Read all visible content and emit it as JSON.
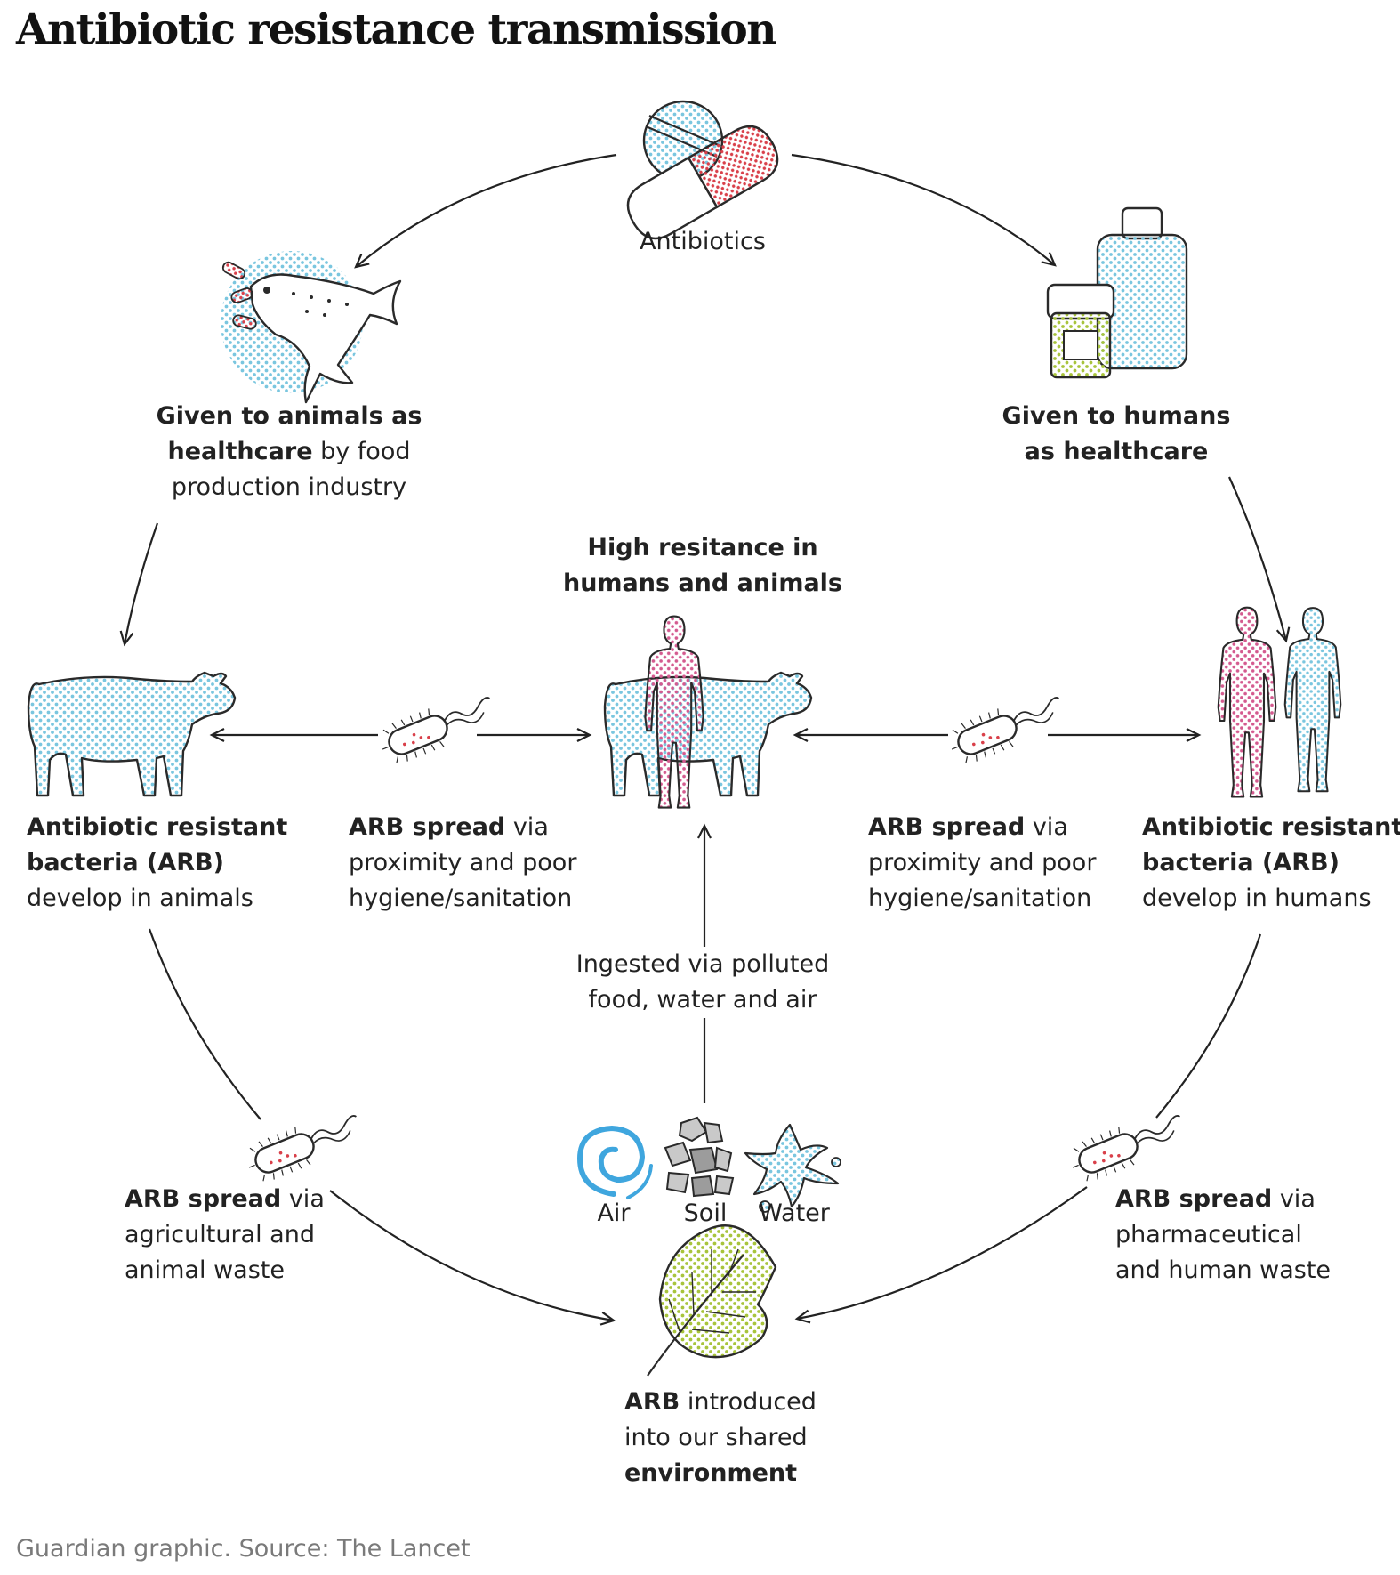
{
  "title": "Antibiotic resistance transmission",
  "source": "Guardian graphic. Source: The Lancet",
  "colors": {
    "blue": "#7ac6df",
    "pink": "#d45a8f",
    "red": "#d9404a",
    "green": "#a8c43c",
    "ink": "#222222",
    "grey": "#7a7a7a"
  },
  "icons": [
    "pill-icon",
    "fish-icon",
    "medicine-bottles-icon",
    "cow-icon",
    "bacterium-icon",
    "human-figures-icon",
    "air-swirl-icon",
    "soil-stones-icon",
    "water-splash-icon",
    "leaf-icon"
  ],
  "nodes": {
    "antibiotics": {
      "label": "Antibiotics"
    },
    "animals_healthcare": {
      "l1_bold": "Given to animals as",
      "l2_bold": "healthcare",
      "l2_rest": " by food",
      "l3": "production industry"
    },
    "humans_healthcare": {
      "l1_bold": "Given to humans",
      "l2_bold": "as healthcare"
    },
    "high_resistance": {
      "l1_bold": "High resitance in",
      "l2_bold": "humans and animals"
    },
    "arb_animals": {
      "l1_bold": "Antibiotic resistant",
      "l2_bold": "bacteria (ARB)",
      "l3": "develop in animals"
    },
    "arb_humans": {
      "l1_bold": "Antibiotic resistant",
      "l2_bold": "bacteria (ARB)",
      "l3": "develop in humans"
    },
    "spread_left": {
      "l1_bold": "ARB spread",
      "l1_rest": " via",
      "l2": "proximity and poor",
      "l3": "hygiene/sanitation"
    },
    "spread_right": {
      "l1_bold": "ARB spread",
      "l1_rest": " via",
      "l2": "proximity and poor",
      "l3": "hygiene/sanitation"
    },
    "ingested": {
      "l1": "Ingested via polluted",
      "l2": "food, water and air"
    },
    "elements": {
      "air": "Air",
      "soil": "Soil",
      "water": "Water"
    },
    "waste_agri": {
      "l1_bold": "ARB spread",
      "l1_rest": " via",
      "l2": "agricultural and",
      "l3": "animal waste"
    },
    "waste_pharma": {
      "l1_bold": "ARB spread",
      "l1_rest": " via",
      "l2": "pharmaceutical",
      "l3": "and human waste"
    },
    "environment": {
      "l1_bold": "ARB",
      "l1_rest": " introduced",
      "l2": "into our shared",
      "l3_bold": "environment"
    }
  }
}
